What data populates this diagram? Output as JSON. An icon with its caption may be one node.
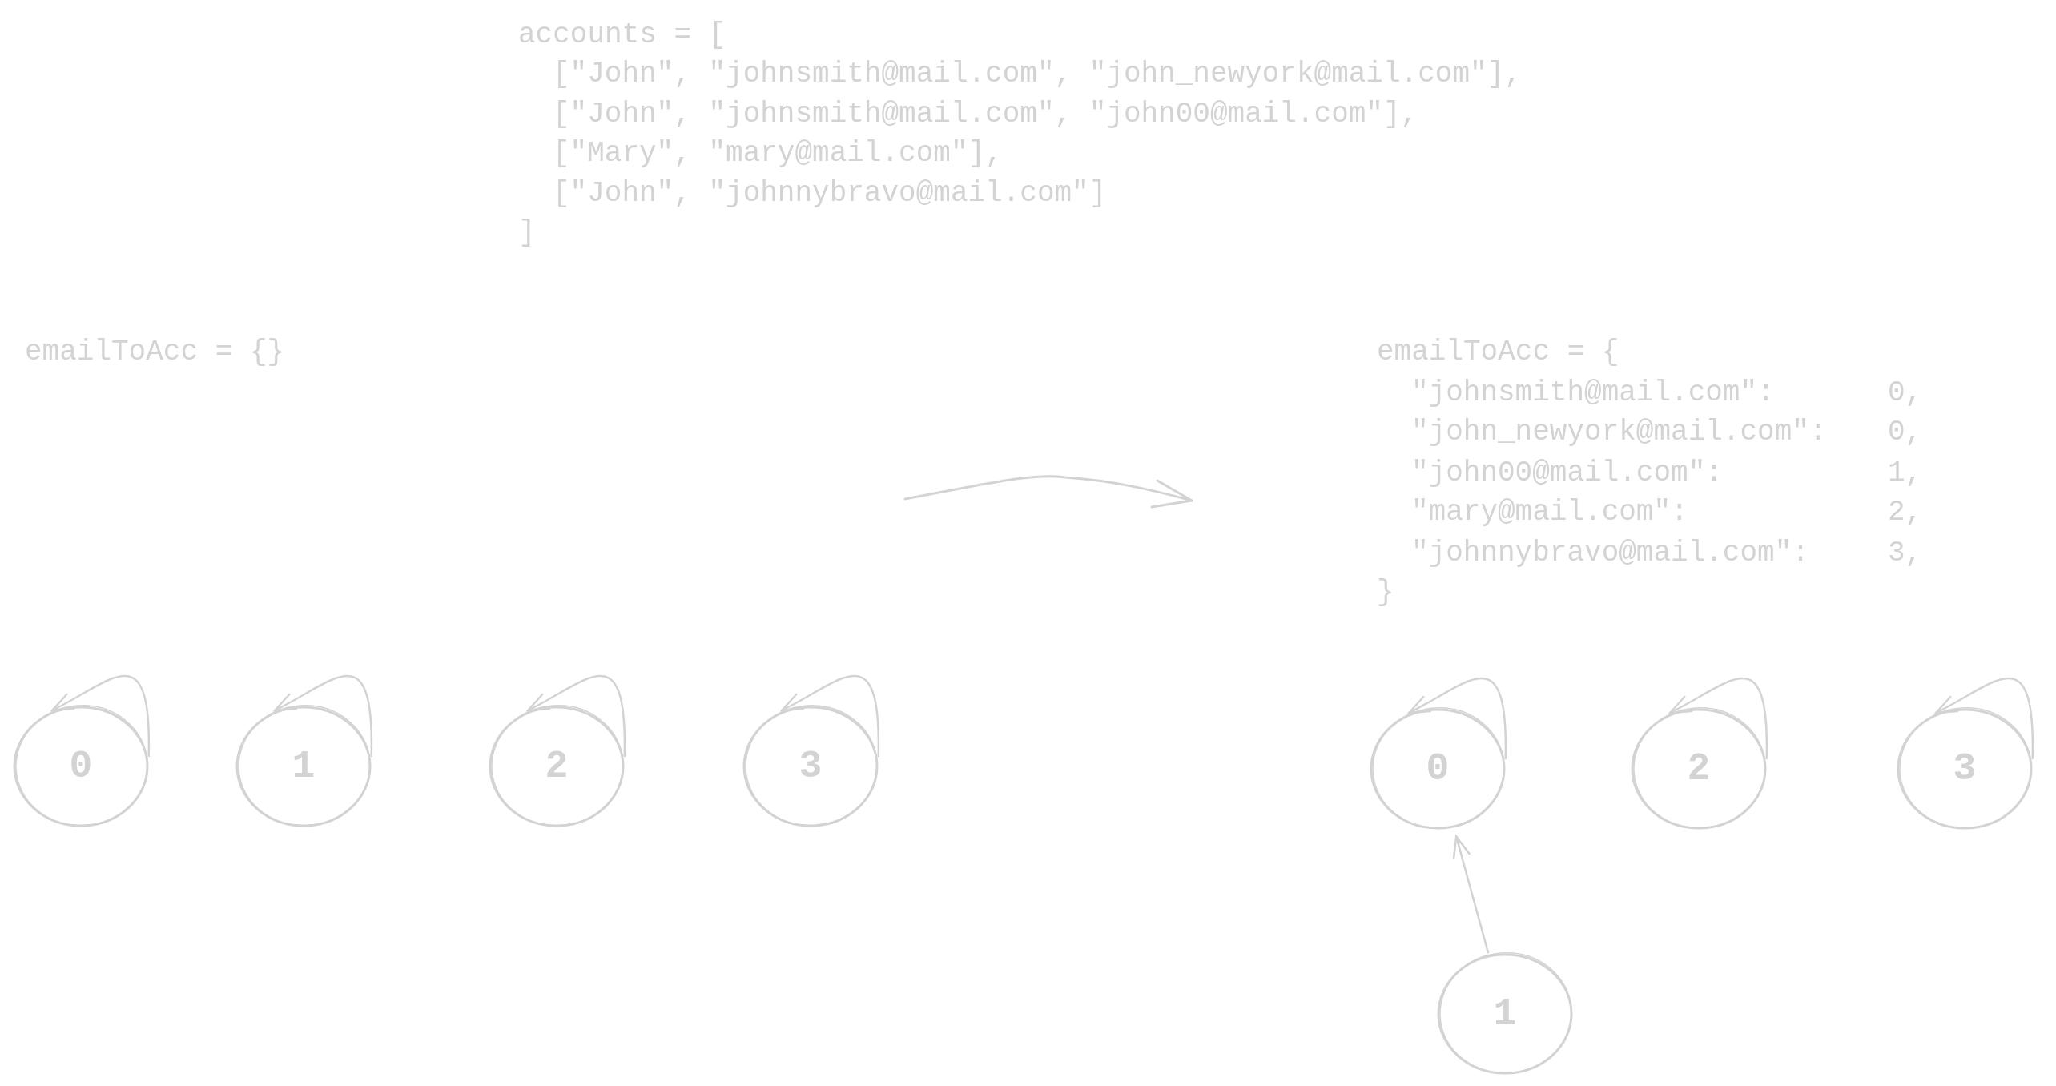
{
  "diagram": {
    "nodes": [
      {
        "text": [
          "0"
        ]
      },
      {
        "text": [
          "1"
        ]
      },
      {
        "text": [
          "2"
        ]
      },
      {
        "text": [
          "3"
        ]
      },
      {
        "text": [
          "0"
        ]
      },
      {
        "text": [
          "2"
        ]
      },
      {
        "text": [
          "3"
        ]
      },
      {
        "text": [
          "1"
        ]
      }
    ],
    "edges": [
      {
        "from": 0,
        "to": 0,
        "arrow": "to"
      },
      {
        "from": 1,
        "to": 1,
        "arrow": "to"
      },
      {
        "from": 2,
        "to": 2,
        "arrow": "to"
      },
      {
        "from": 3,
        "to": 3,
        "arrow": "to"
      },
      {
        "from": 4,
        "to": 4,
        "arrow": "to"
      },
      {
        "from": 5,
        "to": 5,
        "arrow": "to"
      },
      {
        "from": 6,
        "to": 6,
        "arrow": "to"
      },
      {
        "from": 7,
        "to": 4,
        "arrow": "to"
      }
    ],
    "labels": [
      "accounts = [",
      "[\"John\", \"johnsmith@mail.com\", \"john_newyork@mail.com\"],",
      "[\"John\", \"johnsmith@mail.com\", \"john00@mail.com\"],",
      "[\"Mary\", \"mary@mail.com\"],",
      "[\"John\", \"johnnybravo@mail.com\"]",
      "]",
      "emailToAcc = {}",
      "emailToAcc = {",
      "\"johnsmith@mail.com\":",
      "0,",
      "\"john_newyork@mail.com\":",
      "0,",
      "\"john00@mail.com\":",
      "1,",
      "\"mary@mail.com\":",
      "2,",
      "\"johnnybravo@mail.com\":",
      "3,",
      "}"
    ]
  }
}
